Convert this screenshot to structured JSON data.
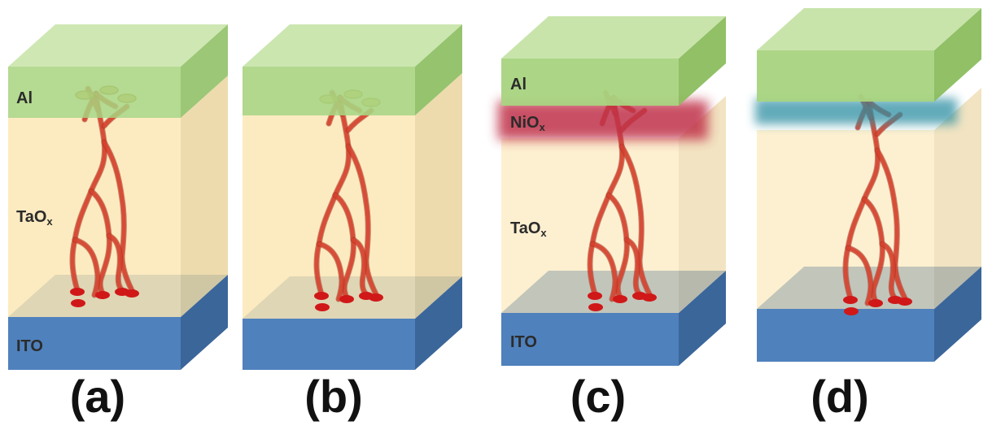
{
  "panels": [
    {
      "label": "(a)",
      "layers": {
        "top": "Al",
        "middle_main": "TaO",
        "middle_sub": "x",
        "bottom": "ITO"
      }
    },
    {
      "label": "(b)",
      "layers": {}
    },
    {
      "label": "(c)",
      "layers": {
        "top": "Al",
        "interface_main": "NiO",
        "interface_sub": "x",
        "middle_main": "TaO",
        "middle_sub": "x",
        "bottom": "ITO"
      }
    },
    {
      "label": "(d)",
      "layers": {}
    }
  ],
  "colors": {
    "al_front": "#a8d47f",
    "al_top": "#c5e3a6",
    "al_side": "#8bbd5e",
    "tao_front": "#fbe6b0",
    "tao_side": "#e9d29a",
    "ito_front": "#4f81bd",
    "ito_top": "#6b95c9",
    "ito_side": "#3b669a",
    "filament": "#d9442f",
    "nio": "#c0304a",
    "gap": "#2f8fa3"
  },
  "icons": [
    "conductive-filament-icon"
  ]
}
